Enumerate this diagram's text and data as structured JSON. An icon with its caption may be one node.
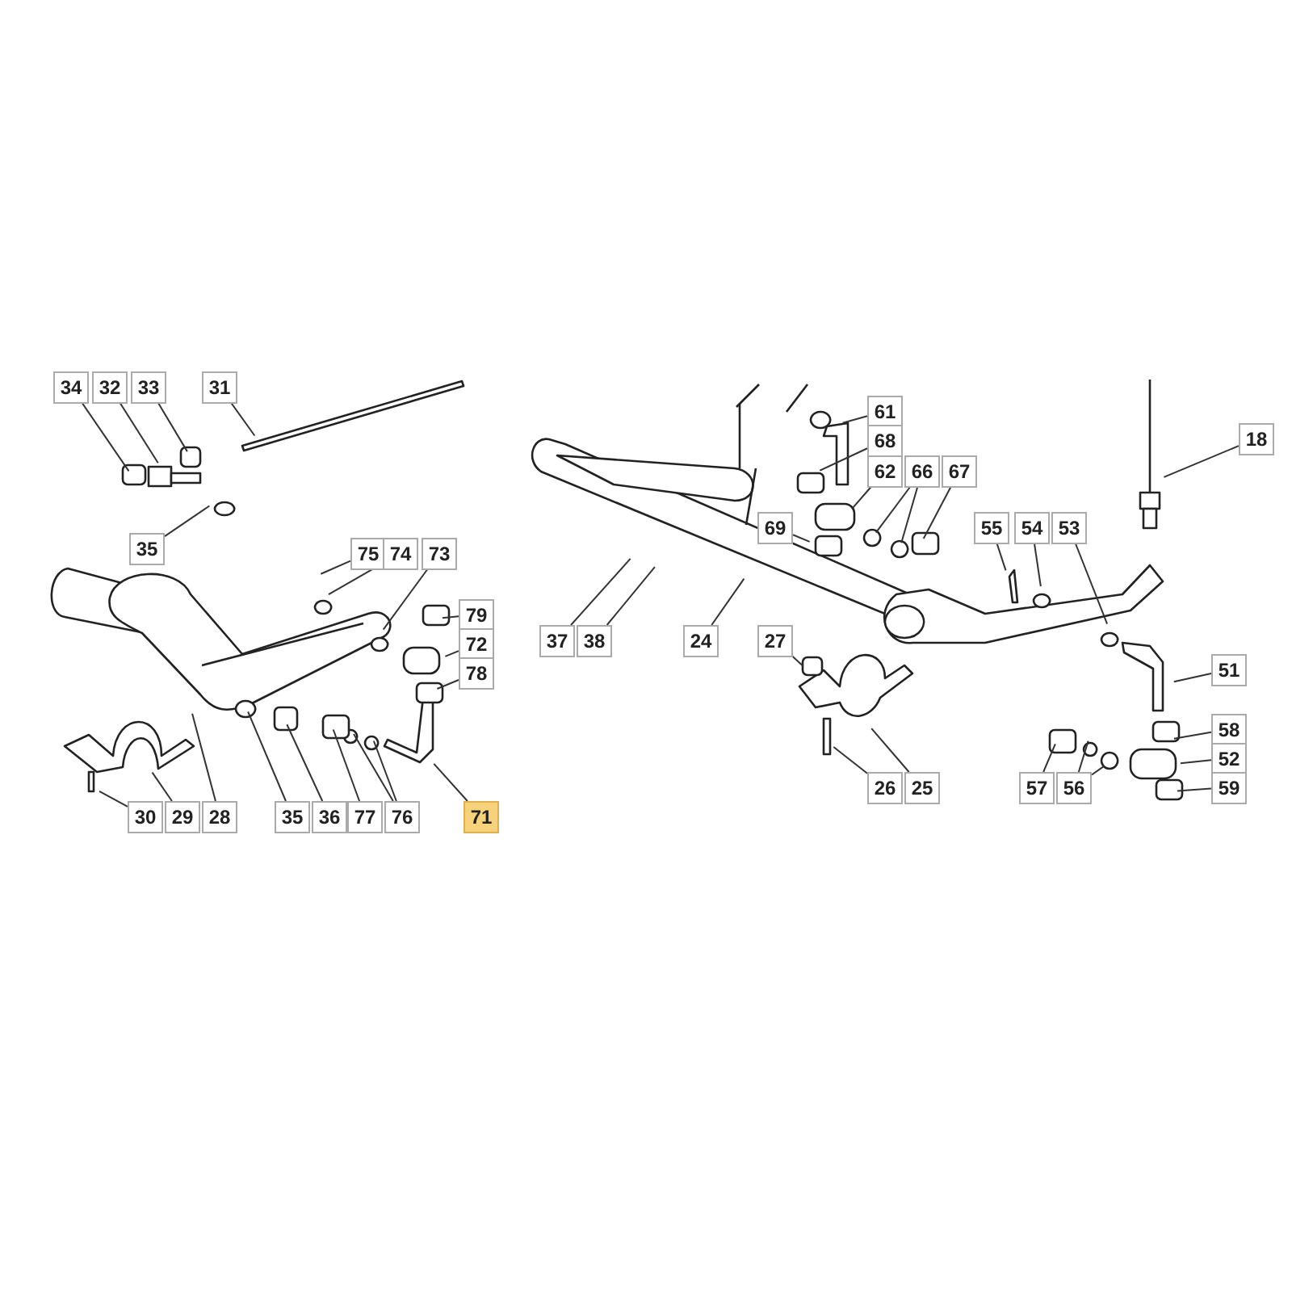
{
  "diagram": {
    "nodes": [
      {
        "text": [
          "34"
        ]
      },
      {
        "text": [
          "32"
        ]
      },
      {
        "text": [
          "33"
        ]
      },
      {
        "text": [
          "31"
        ]
      },
      {
        "text": [
          "61"
        ]
      },
      {
        "text": [
          "18"
        ]
      },
      {
        "text": [
          "68"
        ]
      },
      {
        "text": [
          "62"
        ]
      },
      {
        "text": [
          "66"
        ]
      },
      {
        "text": [
          "67"
        ]
      },
      {
        "text": [
          "35"
        ]
      },
      {
        "text": [
          "69"
        ]
      },
      {
        "text": [
          "55"
        ]
      },
      {
        "text": [
          "54"
        ]
      },
      {
        "text": [
          "53"
        ]
      },
      {
        "text": [
          "75"
        ]
      },
      {
        "text": [
          "74"
        ]
      },
      {
        "text": [
          "73"
        ]
      },
      {
        "text": [
          "79"
        ]
      },
      {
        "text": [
          "72"
        ]
      },
      {
        "text": [
          "37"
        ]
      },
      {
        "text": [
          "38"
        ]
      },
      {
        "text": [
          "24"
        ]
      },
      {
        "text": [
          "27"
        ]
      },
      {
        "text": [
          "78"
        ]
      },
      {
        "text": [
          "51"
        ]
      },
      {
        "text": [
          "58"
        ]
      },
      {
        "text": [
          "52"
        ]
      },
      {
        "text": [
          "26"
        ]
      },
      {
        "text": [
          "25"
        ]
      },
      {
        "text": [
          "59"
        ]
      },
      {
        "text": [
          "57"
        ]
      },
      {
        "text": [
          "56"
        ]
      },
      {
        "text": [
          "30"
        ]
      },
      {
        "text": [
          "29"
        ]
      },
      {
        "text": [
          "28"
        ]
      },
      {
        "text": [
          "35"
        ]
      },
      {
        "text": [
          "36"
        ]
      },
      {
        "text": [
          "77"
        ]
      },
      {
        "text": [
          "76"
        ]
      },
      {
        "text": [
          "71"
        ]
      }
    ],
    "edges": [
      {
        "from": 0,
        "to": null,
        "arrow": "none"
      },
      {
        "from": 1,
        "to": null,
        "arrow": "none"
      },
      {
        "from": 2,
        "to": null,
        "arrow": "none"
      },
      {
        "from": 3,
        "to": null,
        "arrow": "none"
      },
      {
        "from": 4,
        "to": null,
        "arrow": "none"
      },
      {
        "from": 5,
        "to": null,
        "arrow": "none"
      },
      {
        "from": 6,
        "to": null,
        "arrow": "none"
      },
      {
        "from": 7,
        "to": null,
        "arrow": "none"
      },
      {
        "from": 8,
        "to": null,
        "arrow": "none"
      },
      {
        "from": 8,
        "to": null,
        "arrow": "none"
      },
      {
        "from": 9,
        "to": null,
        "arrow": "none"
      },
      {
        "from": 10,
        "to": null,
        "arrow": "none"
      },
      {
        "from": 11,
        "to": null,
        "arrow": "none"
      },
      {
        "from": 12,
        "to": null,
        "arrow": "none"
      },
      {
        "from": 13,
        "to": null,
        "arrow": "none"
      },
      {
        "from": 14,
        "to": null,
        "arrow": "none"
      },
      {
        "from": 15,
        "to": null,
        "arrow": "none"
      },
      {
        "from": 16,
        "to": null,
        "arrow": "none"
      },
      {
        "from": 17,
        "to": null,
        "arrow": "none"
      },
      {
        "from": 18,
        "to": null,
        "arrow": "none"
      },
      {
        "from": 19,
        "to": null,
        "arrow": "none"
      },
      {
        "from": 20,
        "to": null,
        "arrow": "none"
      },
      {
        "from": 21,
        "to": null,
        "arrow": "none"
      },
      {
        "from": 22,
        "to": null,
        "arrow": "none"
      },
      {
        "from": 23,
        "to": null,
        "arrow": "none"
      },
      {
        "from": 24,
        "to": null,
        "arrow": "none"
      },
      {
        "from": 25,
        "to": null,
        "arrow": "none"
      },
      {
        "from": 26,
        "to": null,
        "arrow": "none"
      },
      {
        "from": 27,
        "to": null,
        "arrow": "none"
      },
      {
        "from": 28,
        "to": null,
        "arrow": "none"
      },
      {
        "from": 29,
        "to": null,
        "arrow": "none"
      },
      {
        "from": 30,
        "to": null,
        "arrow": "none"
      },
      {
        "from": 31,
        "to": null,
        "arrow": "none"
      },
      {
        "from": 32,
        "to": null,
        "arrow": "none"
      },
      {
        "from": 32,
        "to": null,
        "arrow": "none"
      },
      {
        "from": 33,
        "to": null,
        "arrow": "none"
      },
      {
        "from": 34,
        "to": null,
        "arrow": "none"
      },
      {
        "from": 35,
        "to": null,
        "arrow": "none"
      },
      {
        "from": 36,
        "to": null,
        "arrow": "none"
      },
      {
        "from": 37,
        "to": null,
        "arrow": "none"
      },
      {
        "from": 38,
        "to": null,
        "arrow": "none"
      },
      {
        "from": 39,
        "to": null,
        "arrow": "none"
      },
      {
        "from": 39,
        "to": null,
        "arrow": "none"
      },
      {
        "from": 40,
        "to": null,
        "arrow": "none"
      }
    ]
  }
}
